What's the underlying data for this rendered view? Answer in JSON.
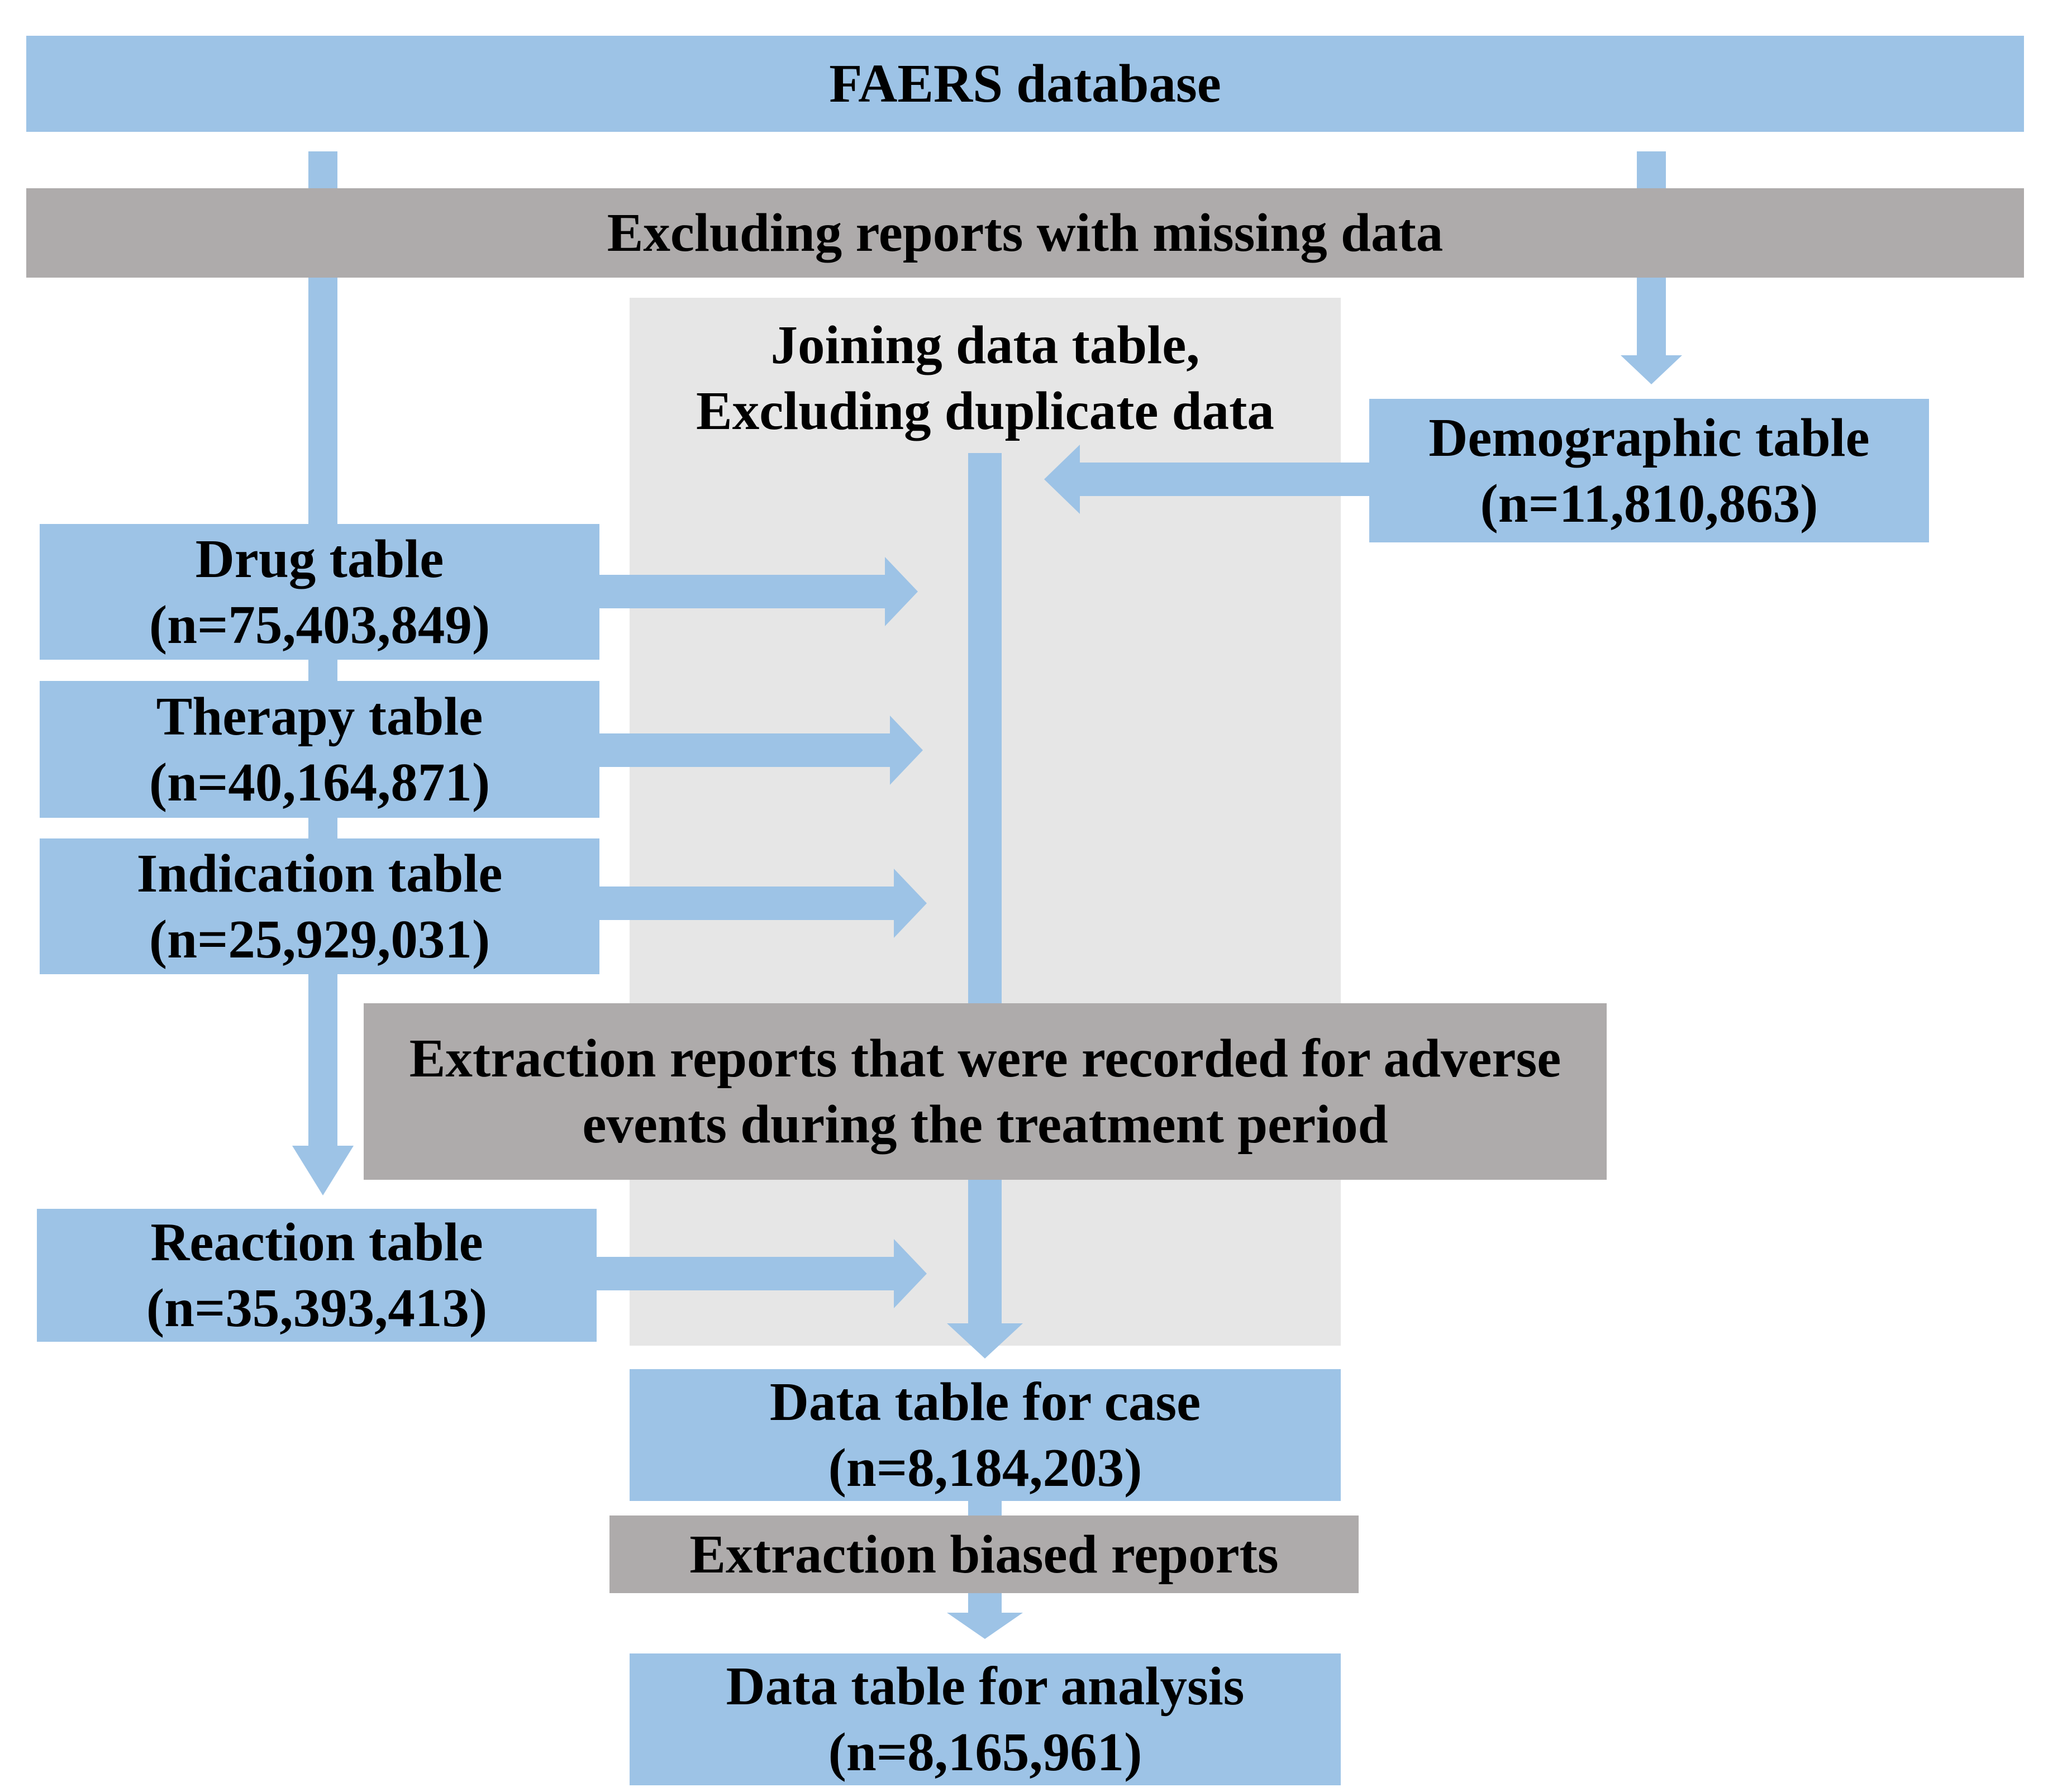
{
  "source": {
    "label": "FAERS database"
  },
  "steps": {
    "exclude_missing": "Excluding reports with missing data",
    "joining": [
      "Joining data table,",
      "Excluding duplicate data"
    ],
    "extraction_treatment": [
      "Extraction reports that were recorded for adverse",
      "events during the treatment period"
    ],
    "extraction_biased": "Extraction biased reports"
  },
  "tables": {
    "demographic": {
      "label": "Demographic table",
      "count": "(n=11,810,863)"
    },
    "drug": {
      "label": "Drug table",
      "count": "(n=75,403,849)"
    },
    "therapy": {
      "label": "Therapy table",
      "count": "(n=40,164,871)"
    },
    "indication": {
      "label": "Indication table",
      "count": "(n=25,929,031)"
    },
    "reaction": {
      "label": "Reaction table",
      "count": "(n=35,393,413)"
    }
  },
  "outputs": {
    "case": {
      "label": "Data table for case",
      "count": "(n=8,184,203)"
    },
    "analysis": {
      "label": "Data table for analysis",
      "count": "(n=8,165,961)"
    }
  },
  "colors": {
    "table": "#9DC3E6",
    "process": "#AEABAB",
    "panel": "#E6E6E6",
    "arrow": "#9DC3E6"
  }
}
